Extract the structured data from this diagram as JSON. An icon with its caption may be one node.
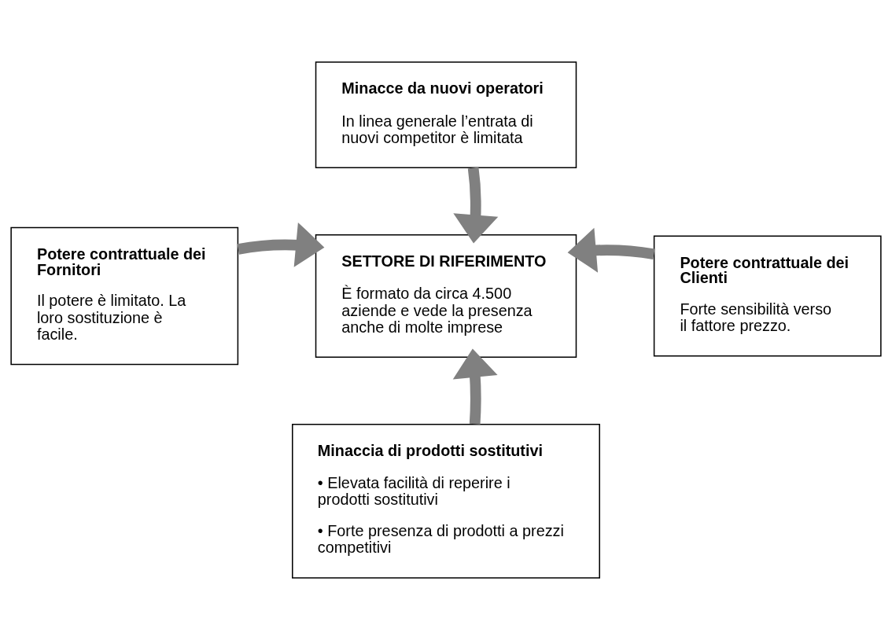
{
  "diagram": {
    "nodes": [
      {
        "text": [
          "Minacce da nuovi operatori",
          "In linea generale l’entrata di nuovi competitor è limitata"
        ]
      },
      {
        "text": [
          "Potere contrattuale dei Fornitori",
          "Il potere è limitato. La loro sostituzione è facile."
        ]
      },
      {
        "text": [
          "SETTORE DI RIFERIMENTO",
          "È formato da circa 4.500 aziende e vede la presenza anche di molte imprese"
        ]
      },
      {
        "text": [
          "Potere contrattuale dei Clienti",
          "Forte sensibilità verso il fattore prezzo."
        ]
      },
      {
        "text": [
          "Minaccia di prodotti sostitutivi",
          "• Elevata facilità di reperire i prodotti sostitutivi",
          "• Forte presenza di prodotti a prezzi competitivi"
        ]
      }
    ],
    "edges": [
      {
        "from": 0,
        "to": 2,
        "arrow": "to"
      },
      {
        "from": 1,
        "to": 2,
        "arrow": "to"
      },
      {
        "from": 3,
        "to": 2,
        "arrow": "to"
      },
      {
        "from": 4,
        "to": 2,
        "arrow": "to"
      }
    ]
  }
}
